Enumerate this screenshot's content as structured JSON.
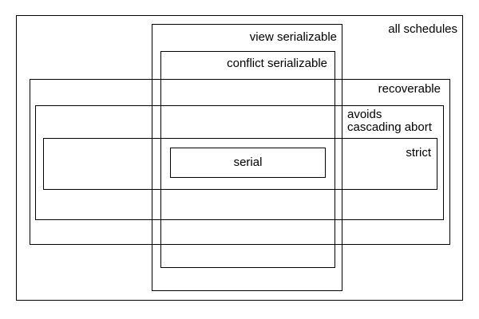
{
  "diagram": {
    "colors": {
      "border": "#000000",
      "background": "#ffffff",
      "text": "#000000"
    },
    "labels": {
      "all_schedules": "all schedules",
      "view_serializable": "view serializable",
      "conflict_serializable": "conflict serializable",
      "recoverable": "recoverable",
      "avoids_line1": "avoids",
      "avoids_line2": "cascading abort",
      "strict": "strict",
      "serial": "serial"
    },
    "regions": [
      {
        "id": "all-schedules",
        "label": "all schedules"
      },
      {
        "id": "view-serializable",
        "label": "view serializable"
      },
      {
        "id": "conflict-serializable",
        "label": "conflict serializable"
      },
      {
        "id": "recoverable",
        "label": "recoverable"
      },
      {
        "id": "avoids-cascading-abort",
        "label": "avoids cascading abort"
      },
      {
        "id": "strict",
        "label": "strict"
      },
      {
        "id": "serial",
        "label": "serial"
      }
    ]
  }
}
